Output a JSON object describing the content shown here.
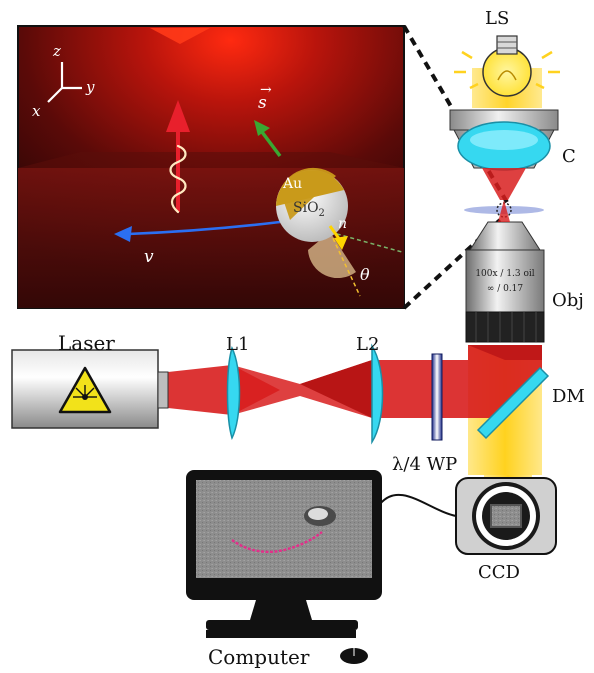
{
  "labels": {
    "light_source": "LS",
    "condenser": "C",
    "objective": "Obj",
    "laser": "Laser",
    "lens1": "L1",
    "lens2": "L2",
    "dichroic": "DM",
    "waveplate": "λ/4 WP",
    "camera": "CCD",
    "computer": "Computer"
  },
  "inset": {
    "axis_z": "z",
    "axis_y": "y",
    "axis_x": "x",
    "gold": "Au",
    "silica": "SiO",
    "silica_sub": "2",
    "spin_vector": "s",
    "normal_vector": "n",
    "velocity": "v",
    "angle": "θ"
  },
  "objective_text": {
    "line1": "100x / 1.3 oil",
    "line2": "∞ / 0.17"
  },
  "colors": {
    "beam_red": "#d81e1e",
    "illumination_yellow": "#ffe04a",
    "optics_cyan": "#36d8f0",
    "velocity_blue": "#2b6ff2",
    "spin_green": "#3aa832",
    "trajectory_pink": "#e2308a",
    "gold_cap": "#c99a1a"
  }
}
